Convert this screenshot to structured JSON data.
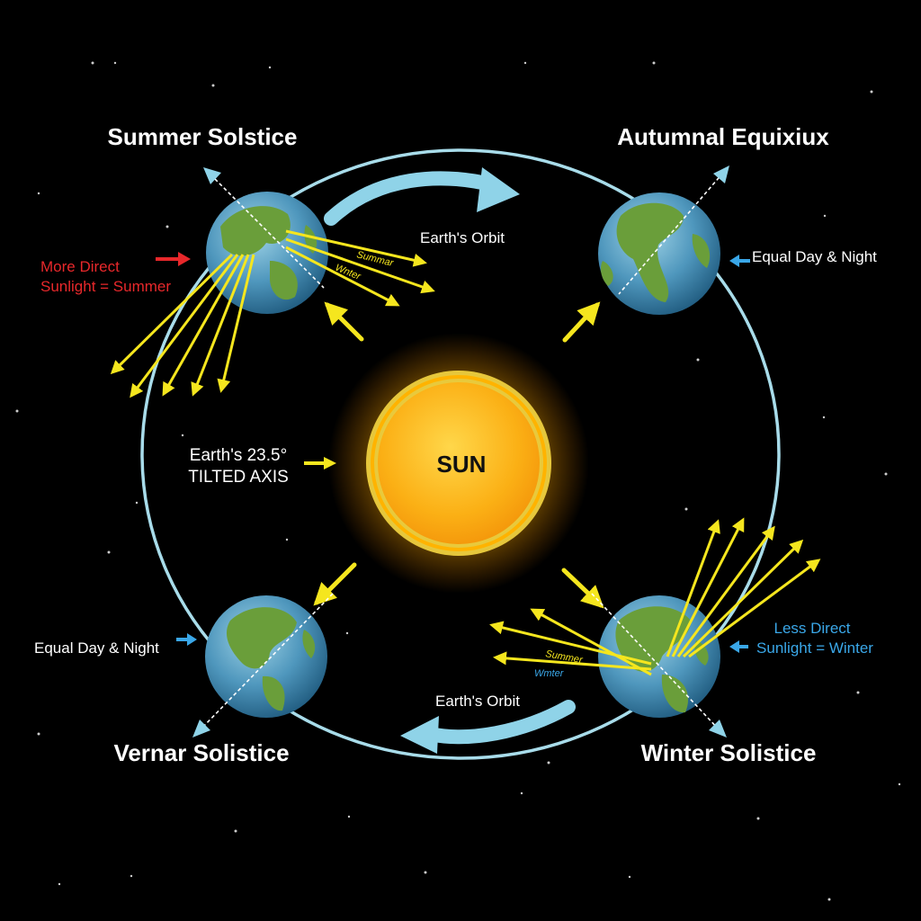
{
  "titles": {
    "summer": "Summer Solstice",
    "autumn": "Autumnal Equixiux",
    "vernal": "Vernar Solistice",
    "winter": "Winter Solistice"
  },
  "labels": {
    "more_direct_line1": "More Direct",
    "more_direct_line2": "Sunlight = Summer",
    "less_direct_line1": "Less Direct",
    "less_direct_line2": "Sunlight = Winter",
    "equal_day_night_right": "Equal Day & Night",
    "equal_day_night_left": "Equal Day & Night",
    "orbit_top": "Earth's Orbit",
    "orbit_bottom": "Earth's Orbit",
    "axis_line1": "Earth's 23.5°",
    "axis_line2": "TILTED AXIS",
    "sun": "SUN",
    "summer_ray_top": "Summar",
    "summer_ray_bottom": "Wnter",
    "winter_ray_top": "Summer",
    "winter_ray_bottom": "Wmter"
  },
  "colors": {
    "background": "#000000",
    "orbit": "#a8dcea",
    "arrow_blue": "#8fd3e8",
    "ray_yellow": "#f5e61e",
    "sun_core": "#fbb015",
    "sun_rim": "#ffe047",
    "red_label": "#e8282b",
    "blue_label": "#3aa7e8",
    "text": "#ffffff",
    "ocean": "#3f8bb3",
    "land": "#6a9e3a"
  },
  "icons": {
    "red_pointer": "arrow-right-icon",
    "blue_pointer": "arrow-left-icon",
    "sun": "sun-icon",
    "earth": "globe-icon"
  }
}
